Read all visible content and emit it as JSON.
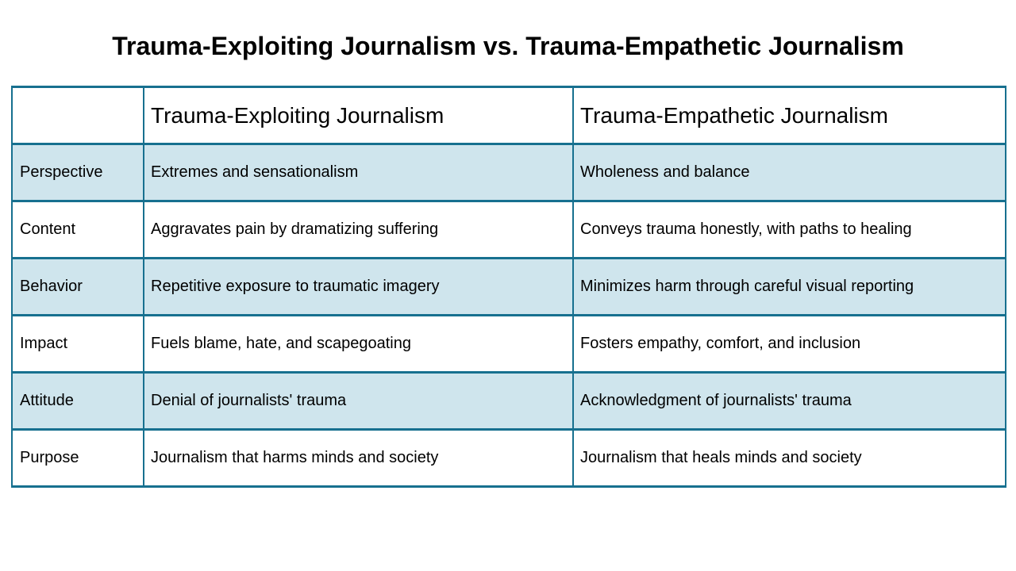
{
  "title": "Trauma-Exploiting Journalism vs. Trauma-Empathetic Journalism",
  "table": {
    "header": {
      "corner": "",
      "col_exploiting": "Trauma-Exploiting Journalism",
      "col_empathetic": "Trauma-Empathetic Journalism"
    },
    "rows": [
      {
        "label": "Perspective",
        "exploiting": "Extremes and sensationalism",
        "empathetic": "Wholeness and balance"
      },
      {
        "label": "Content",
        "exploiting": "Aggravates pain by dramatizing suffering",
        "empathetic": "Conveys trauma honestly, with paths to healing"
      },
      {
        "label": "Behavior",
        "exploiting": "Repetitive exposure to traumatic imagery",
        "empathetic": "Minimizes harm through careful visual reporting"
      },
      {
        "label": "Impact",
        "exploiting": "Fuels blame, hate, and scapegoating",
        "empathetic": "Fosters empathy, comfort, and inclusion"
      },
      {
        "label": "Attitude",
        "exploiting": "Denial of journalists' trauma",
        "empathetic": "Acknowledgment of journalists' trauma"
      },
      {
        "label": "Purpose",
        "exploiting": "Journalism that harms minds and society",
        "empathetic": "Journalism that heals minds and society"
      }
    ],
    "colors": {
      "border": "#17708f",
      "row_alt_background": "#cfe5ed",
      "row_base_background": "#ffffff",
      "text": "#000000"
    }
  }
}
